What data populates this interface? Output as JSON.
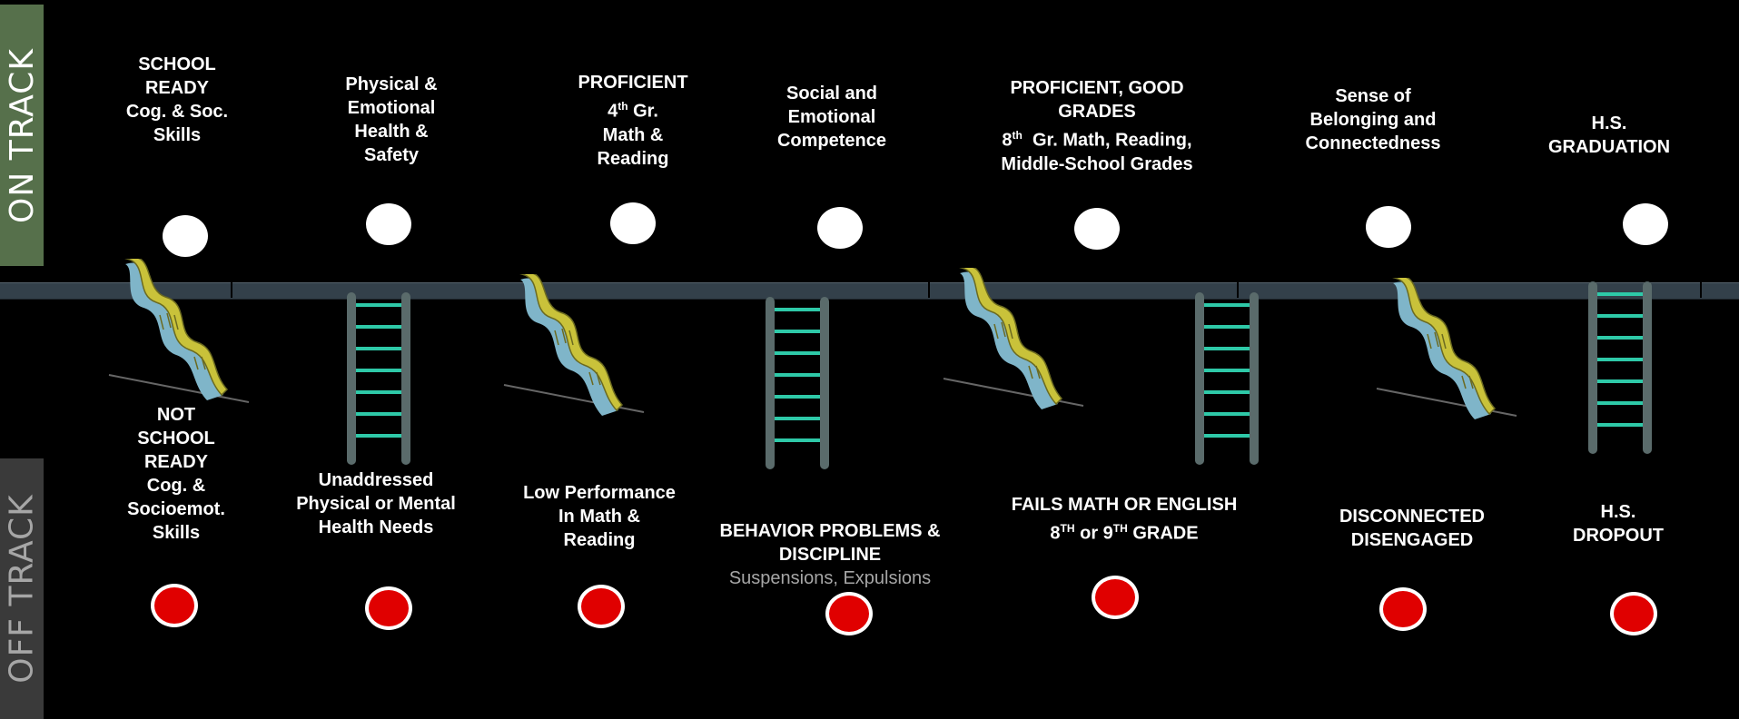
{
  "side_labels": {
    "on_track": "ON TRACK",
    "off_track": "OFF TRACK"
  },
  "colors": {
    "on_track_band": "#56704b",
    "off_track_band": "#3a3a3a",
    "track_bar": "#33404a",
    "off_track_marker": "#e00000",
    "on_track_marker": "#ffffff",
    "ladder_rung": "#2ec9a8",
    "ladder_rail": "#5a6b6b",
    "slide_yellow": "#c9c23a",
    "slide_blue": "#7fb5c9"
  },
  "milestones": [
    {
      "on_track": "SCHOOL\nREADY\nCog. & Soc.\nSkills",
      "off_track": "NOT\nSCHOOL\nREADY\nCog. &\nSocioemot.\nSkills",
      "icon": "slide-icon"
    },
    {
      "on_track": "Physical  &\nEmotional\nHealth &\nSafety",
      "off_track": "Unaddressed\nPhysical or Mental\nHealth Needs",
      "icon": "ladder-icon"
    },
    {
      "on_track": "PROFICIENT\n4th Gr.\nMath &\nReading",
      "off_track": "Low Performance\nIn Math &\nReading",
      "icon": "slide-icon"
    },
    {
      "on_track": "Social and\nEmotional\nCompetence",
      "off_track": "BEHAVIOR PROBLEMS &\nDISCIPLINE",
      "off_track_sub": "Suspensions, Expulsions",
      "icon": "ladder-icon"
    },
    {
      "on_track": "PROFICIENT, GOOD\nGRADES\n8th  Gr. Math, Reading,\nMiddle-School Grades",
      "off_track": "FAILS MATH OR ENGLISH\n8TH or 9TH GRADE",
      "icon": "slide-icon"
    },
    {
      "on_track": "Sense of\nBelonging and\nConnectedness",
      "off_track": "DISCONNECTED\nDISENGAGED",
      "icon": "ladder-icon"
    },
    {
      "on_track": "H.S. GRADUATION",
      "off_track": "H.S.\nDROPOUT",
      "icon": "slide-icon"
    }
  ]
}
